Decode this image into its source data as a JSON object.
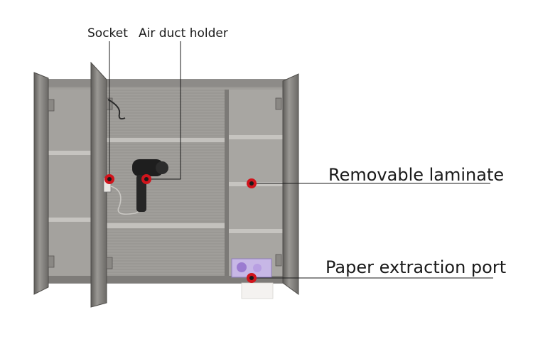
{
  "callouts": {
    "socket": "Socket",
    "air_duct_holder": "Air duct holder",
    "removable_laminate": "Removable laminate",
    "paper_extraction_port": "Paper extraction port"
  },
  "colors": {
    "steel_light": "#b7b5b2",
    "steel_mid": "#8f8d8a",
    "steel_dark": "#5f5d5a",
    "marker": "#d0141c",
    "tissue_box": "#c7b7e6"
  },
  "icons": [
    "socket-icon",
    "hair-dryer-icon",
    "tissue-box-icon",
    "hinge-icon"
  ]
}
